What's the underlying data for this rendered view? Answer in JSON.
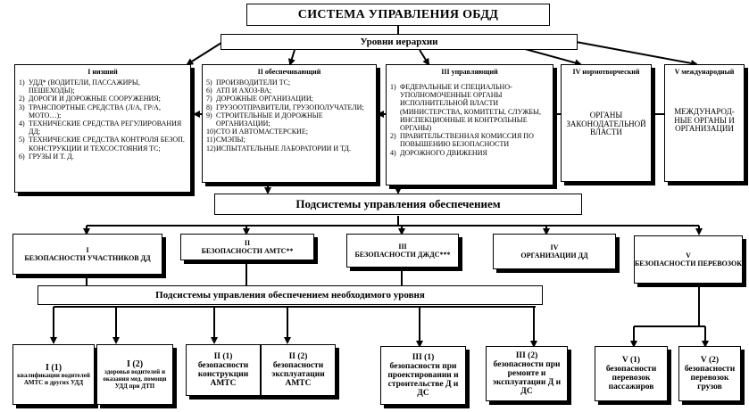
{
  "title": "СИСТЕМА УПРАВЛЕНИЯ ОБДД",
  "hierarchy_label": "Уровни иерархии",
  "levels": [
    {
      "head": "I низший",
      "items": [
        {
          "n": "1)",
          "t": "УДД* (ВОДИТЕЛИ, ПАССАЖИРЫ, ПЕШЕХОДЫ);"
        },
        {
          "n": "2)",
          "t": "ДОРОГИ И ДОРОЖНЫЕ СООРУЖЕНИЯ;"
        },
        {
          "n": "3)",
          "t": "ТРАНСПОРТНЫЕ СРЕДСТВА (Л/А, ГР/А, МОТО…);"
        },
        {
          "n": "4)",
          "t": "ТЕХНИЧЕСКИЕ СРЕДСТВА РЕГУЛИРОВАНИЯ ДД;"
        },
        {
          "n": "5)",
          "t": "ТЕХНИЧЕСКИЕ СРЕДСТВА КОНТРОЛЯ БЕЗОП. КОНСТРУКЦИИ И ТЕХСОСТОЯНИЯ ТС;"
        },
        {
          "n": "6)",
          "t": "ГРУЗЫ И Т. Д."
        }
      ]
    },
    {
      "head": "II обеспечивающий",
      "items": [
        {
          "n": "5)",
          "t": "ПРОИЗВОДИТЕЛИ ТС;"
        },
        {
          "n": "6)",
          "t": "АТП И АХОЗ-ВА;"
        },
        {
          "n": "7)",
          "t": "ДОРОЖНЫЕ ОРГАНИЗАЦИИ;"
        },
        {
          "n": "8)",
          "t": "ГРУЗООТПРАВИТЕЛИ, ГРУЗОПОЛУЧАТЕЛИ;"
        },
        {
          "n": "9)",
          "t": "СТРОИТЕЛЬНЫЕ И ДОРОЖНЫЕ ОРГАНИЗАЦИИ;"
        },
        {
          "n": "10)",
          "t": "СТО И АВТОМАСТЕРСКИЕ;"
        },
        {
          "n": "11)",
          "t": "СМЭПЫ;"
        },
        {
          "n": "12)",
          "t": "ИСПЫТАТЕЛЬНЫЕ ЛАБОРАТОРИИ И ТД."
        }
      ]
    },
    {
      "head": "III управляющий",
      "items": [
        {
          "n": "1)",
          "t": "ФЕДЕРАЛЬНЫЕ И СПЕЦИАЛЬНО-УПОЛНОМОЧЕННЫЕ ОРГАНЫ ИСПОЛНИТЕЛЬНОЙ ВЛАСТИ (МИНИСТЕРСТВА, КОМИТЕТЫ, СЛУЖБЫ, ИНСПЕКЦИОННЫЕ И КОНТРОЛЬНЫЕ ОРГАНЫ)"
        },
        {
          "n": "2)",
          "t": "ПРАВИТЕЛЬСТВЕННАЯ КОМИССИЯ ПО ПОВЫШЕНИЮ БЕЗОПАСНОСТИ"
        },
        {
          "n": "4)",
          "t": "ДОРОЖНОГО ДВИЖЕНИЯ"
        }
      ]
    },
    {
      "head": "IV нормотворческий",
      "body": "ОРГАНЫ ЗАКОНОДАТЕЛЬНОЙ ВЛАСТИ"
    },
    {
      "head": "V международный",
      "body": "МЕЖДУНАРОД-НЫЕ ОРГАНЫ И ОРГАНИЗАЦИИ"
    }
  ],
  "subsystems_label": "Подсистемы управления обеспечением",
  "subsystems": [
    {
      "num": "I",
      "text": "БЕЗОПАСНОСТИ УЧАСТНИКОВ ДД"
    },
    {
      "num": "II",
      "text": "БЕЗОПАСНОСТИ АМТС**"
    },
    {
      "num": "III",
      "text": "БЕЗОПАСНОСТИ ДЖДС***"
    },
    {
      "num": "IV",
      "text": "ОРГАНИЗАЦИИ ДД"
    },
    {
      "num": "V",
      "text": "БЕЗОПАСНОСТИ ПЕРЕВОЗОК"
    }
  ],
  "required_label": "Подсистемы управления обеспечением необходимого уровня",
  "leaves": [
    {
      "num": "I  (1)",
      "text": "квалификации водителей АМТС и других УДД"
    },
    {
      "num": "I  (2)",
      "text": "здоровья водителей и оказания мед. помощи УДД при ДТП"
    },
    {
      "num": "II  (1)",
      "text": "безопасности конструкции АМТС"
    },
    {
      "num": "II  (2)",
      "text": "безопасности эксплуатации АМТС"
    },
    {
      "num": "III  (1)",
      "text": "безопасности при проектировании и строительстве Д и ДС"
    },
    {
      "num": "III  (2)",
      "text": "безопасности при ремонте и эксплуатации Д и ДС"
    },
    {
      "num": "V  (1)",
      "text": "безопасности перевозок пассажиров"
    },
    {
      "num": "V  (2)",
      "text": "безопасности перевозок грузов"
    }
  ]
}
